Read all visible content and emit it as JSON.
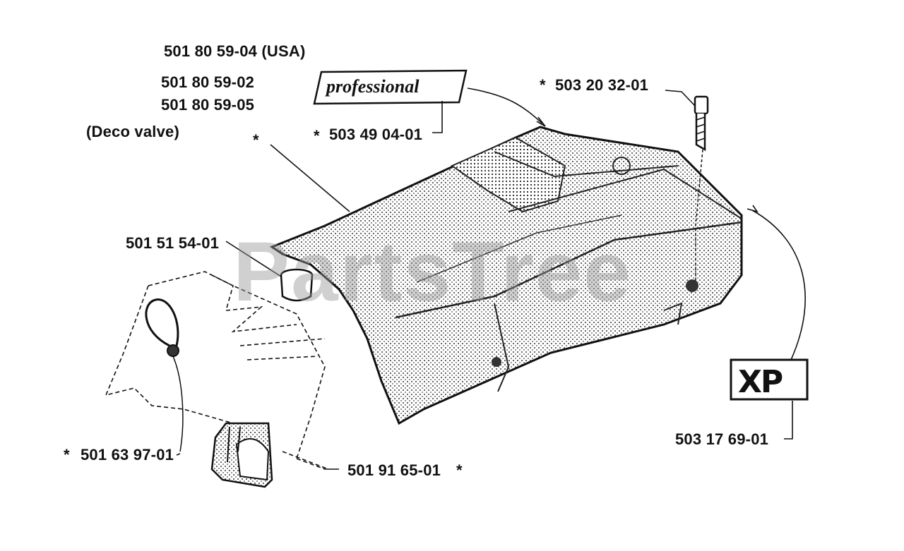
{
  "labels": {
    "p1": "501 80 59-04 (USA)",
    "p2": "501 80 59-02",
    "p3": "501 80 59-05",
    "p4": "(Deco valve)",
    "p5": "503 49 04-01",
    "p6": "503 20 32-01",
    "p7": "501 51 54-01",
    "p8": "501 63 97-01",
    "p9": "501 91 65-01",
    "p10": "503 17 69-01",
    "star": "*"
  },
  "decal": {
    "brand": "professional",
    "xp": "XP"
  },
  "watermark": "PartsTree"
}
